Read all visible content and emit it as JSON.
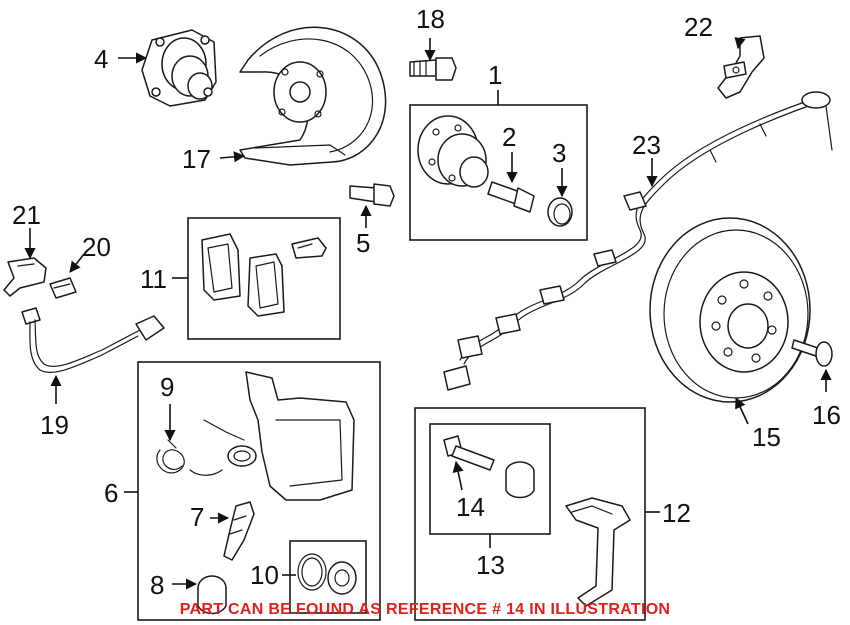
{
  "diagram": {
    "callouts": {
      "c1": "1",
      "c2": "2",
      "c3": "3",
      "c4": "4",
      "c5": "5",
      "c6": "6",
      "c7": "7",
      "c8": "8",
      "c9": "9",
      "c10": "10",
      "c11": "11",
      "c12": "12",
      "c13": "13",
      "c14": "14",
      "c15": "15",
      "c16": "16",
      "c17": "17",
      "c18": "18",
      "c19": "19",
      "c20": "20",
      "c21": "21",
      "c22": "22",
      "c23": "23"
    },
    "note": "PART CAN BE FOUND AS REFERENCE # 14 IN ILLUSTRATION",
    "colors": {
      "note": "#e0201b",
      "line": "#1a1a1a",
      "background": "#ffffff"
    }
  }
}
